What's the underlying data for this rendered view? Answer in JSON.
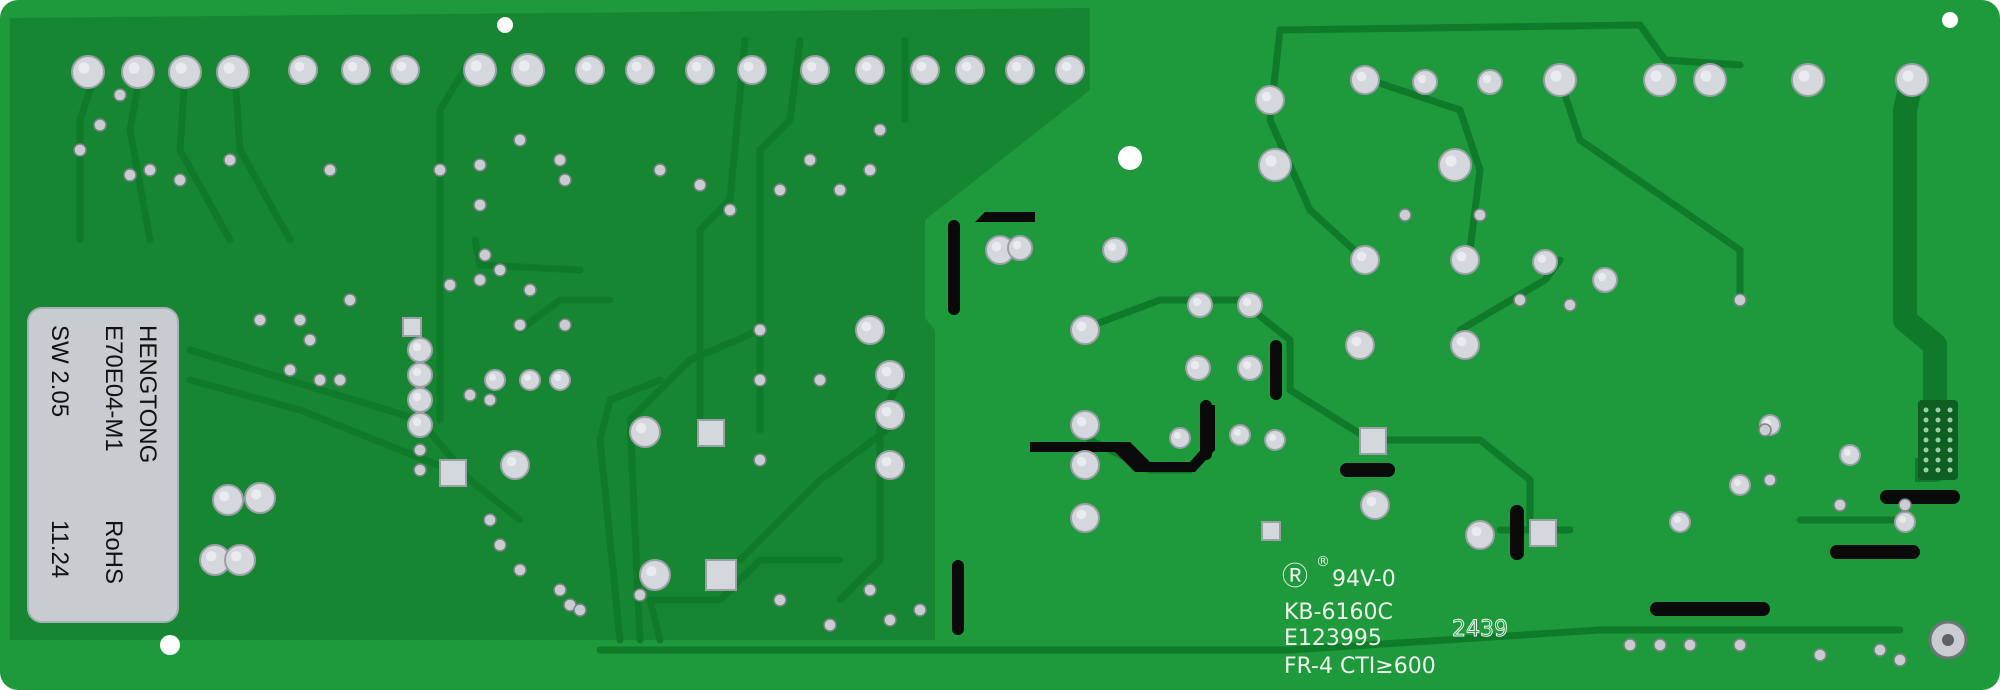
{
  "colors": {
    "board": "#1e9a3c",
    "board_zone": "#178633",
    "trace": "#0f7a2a",
    "pad": "#d4d8dc",
    "pad_ring": "#9aa0a6",
    "via": "#c9cdd1",
    "silkscreen": "#eef5ee",
    "label": "#c8ccd0",
    "slot": "#0a0a0a"
  },
  "label": {
    "line1": "HENGTONG",
    "line2": "E70E04-M1",
    "line3": "SW 2.05",
    "rohs": "RoHS",
    "date": "11.24"
  },
  "markings": {
    "cert_mark": "Ⓡ",
    "registered": "®",
    "flammability": "94V-0",
    "board_code": "KB-6160C",
    "ul_file": "E123995",
    "material": "FR-4 CTI≥600",
    "date_code": "2439"
  }
}
